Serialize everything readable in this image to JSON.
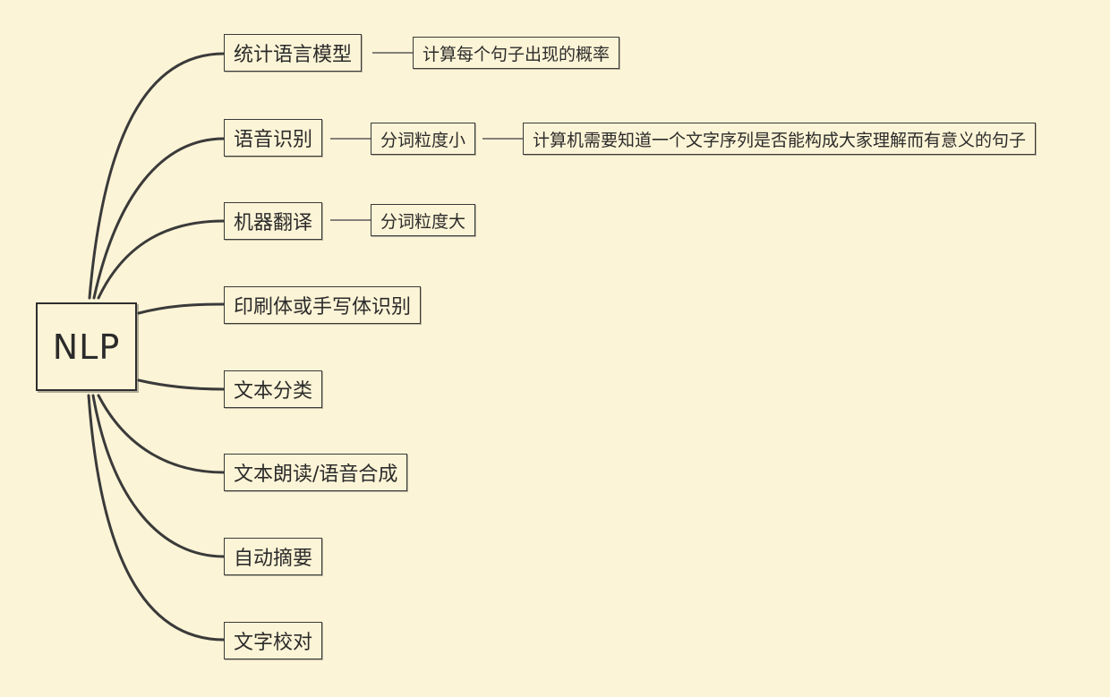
{
  "root": {
    "label": "NLP"
  },
  "branches": [
    {
      "label": "统计语言模型"
    },
    {
      "label": "语音识别"
    },
    {
      "label": "机器翻译"
    },
    {
      "label": "印刷体或手写体识别"
    },
    {
      "label": "文本分类"
    },
    {
      "label": "文本朗读/语音合成"
    },
    {
      "label": "自动摘要"
    },
    {
      "label": "文字校对"
    }
  ],
  "sub_nodes": {
    "language_model_detail": "计算每个句子出现的概率",
    "speech_granularity": "分词粒度小",
    "speech_detail": "计算机需要知道一个文字序列是否能构成大家理解而有意义的句子",
    "translation_granularity": "分词粒度大"
  },
  "colors": {
    "background": "#fcf4d6",
    "stroke": "#3a3a3a"
  }
}
